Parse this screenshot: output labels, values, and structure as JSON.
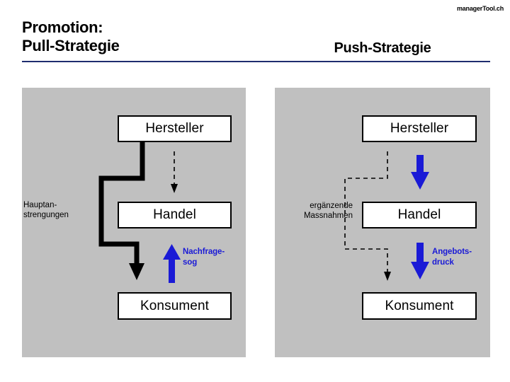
{
  "header": {
    "logo": "managerTool.ch",
    "title_left": "Promotion:\nPull-Strategie",
    "title_right": "Push-Strategie",
    "rule_color": "#1f2d6e"
  },
  "colors": {
    "panel_background": "#c0c0c0",
    "node_fill": "#ffffff",
    "node_border": "#000000",
    "accent_blue": "#1a1ad6",
    "flow_black": "#000000"
  },
  "panels": [
    {
      "id": "pull",
      "strategy": "Pull-Strategie",
      "nodes": [
        {
          "key": "hersteller",
          "label": "Hersteller"
        },
        {
          "key": "handel",
          "label": "Handel"
        },
        {
          "key": "konsument",
          "label": "Konsument"
        }
      ],
      "side_label": "Hauptan-\nstrengungen",
      "arrow_label": "Nachfrage-\nsog",
      "arrow_label_color": "#1a1ad6",
      "flows": [
        {
          "name": "hauptanstrengungen-flow",
          "style": "solid-thick-black",
          "from": "hersteller",
          "to": "konsument"
        },
        {
          "name": "hersteller-handel-flow",
          "style": "dashed-thin-black",
          "from": "hersteller",
          "to": "handel"
        },
        {
          "name": "nachfragesog-flow",
          "style": "solid-thick-blue-up",
          "from": "konsument",
          "to": "handel"
        }
      ]
    },
    {
      "id": "push",
      "strategy": "Push-Strategie",
      "nodes": [
        {
          "key": "hersteller",
          "label": "Hersteller"
        },
        {
          "key": "handel",
          "label": "Handel"
        },
        {
          "key": "konsument",
          "label": "Konsument"
        }
      ],
      "side_label": "ergänzende\nMassnahmen",
      "arrow_label": "Angebots-\ndruck",
      "arrow_label_color": "#1a1ad6",
      "flows": [
        {
          "name": "ergaenzende-massnahmen-flow",
          "style": "dashed-thin-black",
          "from": "hersteller",
          "to": "konsument"
        },
        {
          "name": "angebotsdruck-flow-upper",
          "style": "solid-thick-blue-down",
          "from": "hersteller",
          "to": "handel"
        },
        {
          "name": "angebotsdruck-flow-lower",
          "style": "solid-thick-blue-down",
          "from": "handel",
          "to": "konsument"
        }
      ]
    }
  ]
}
